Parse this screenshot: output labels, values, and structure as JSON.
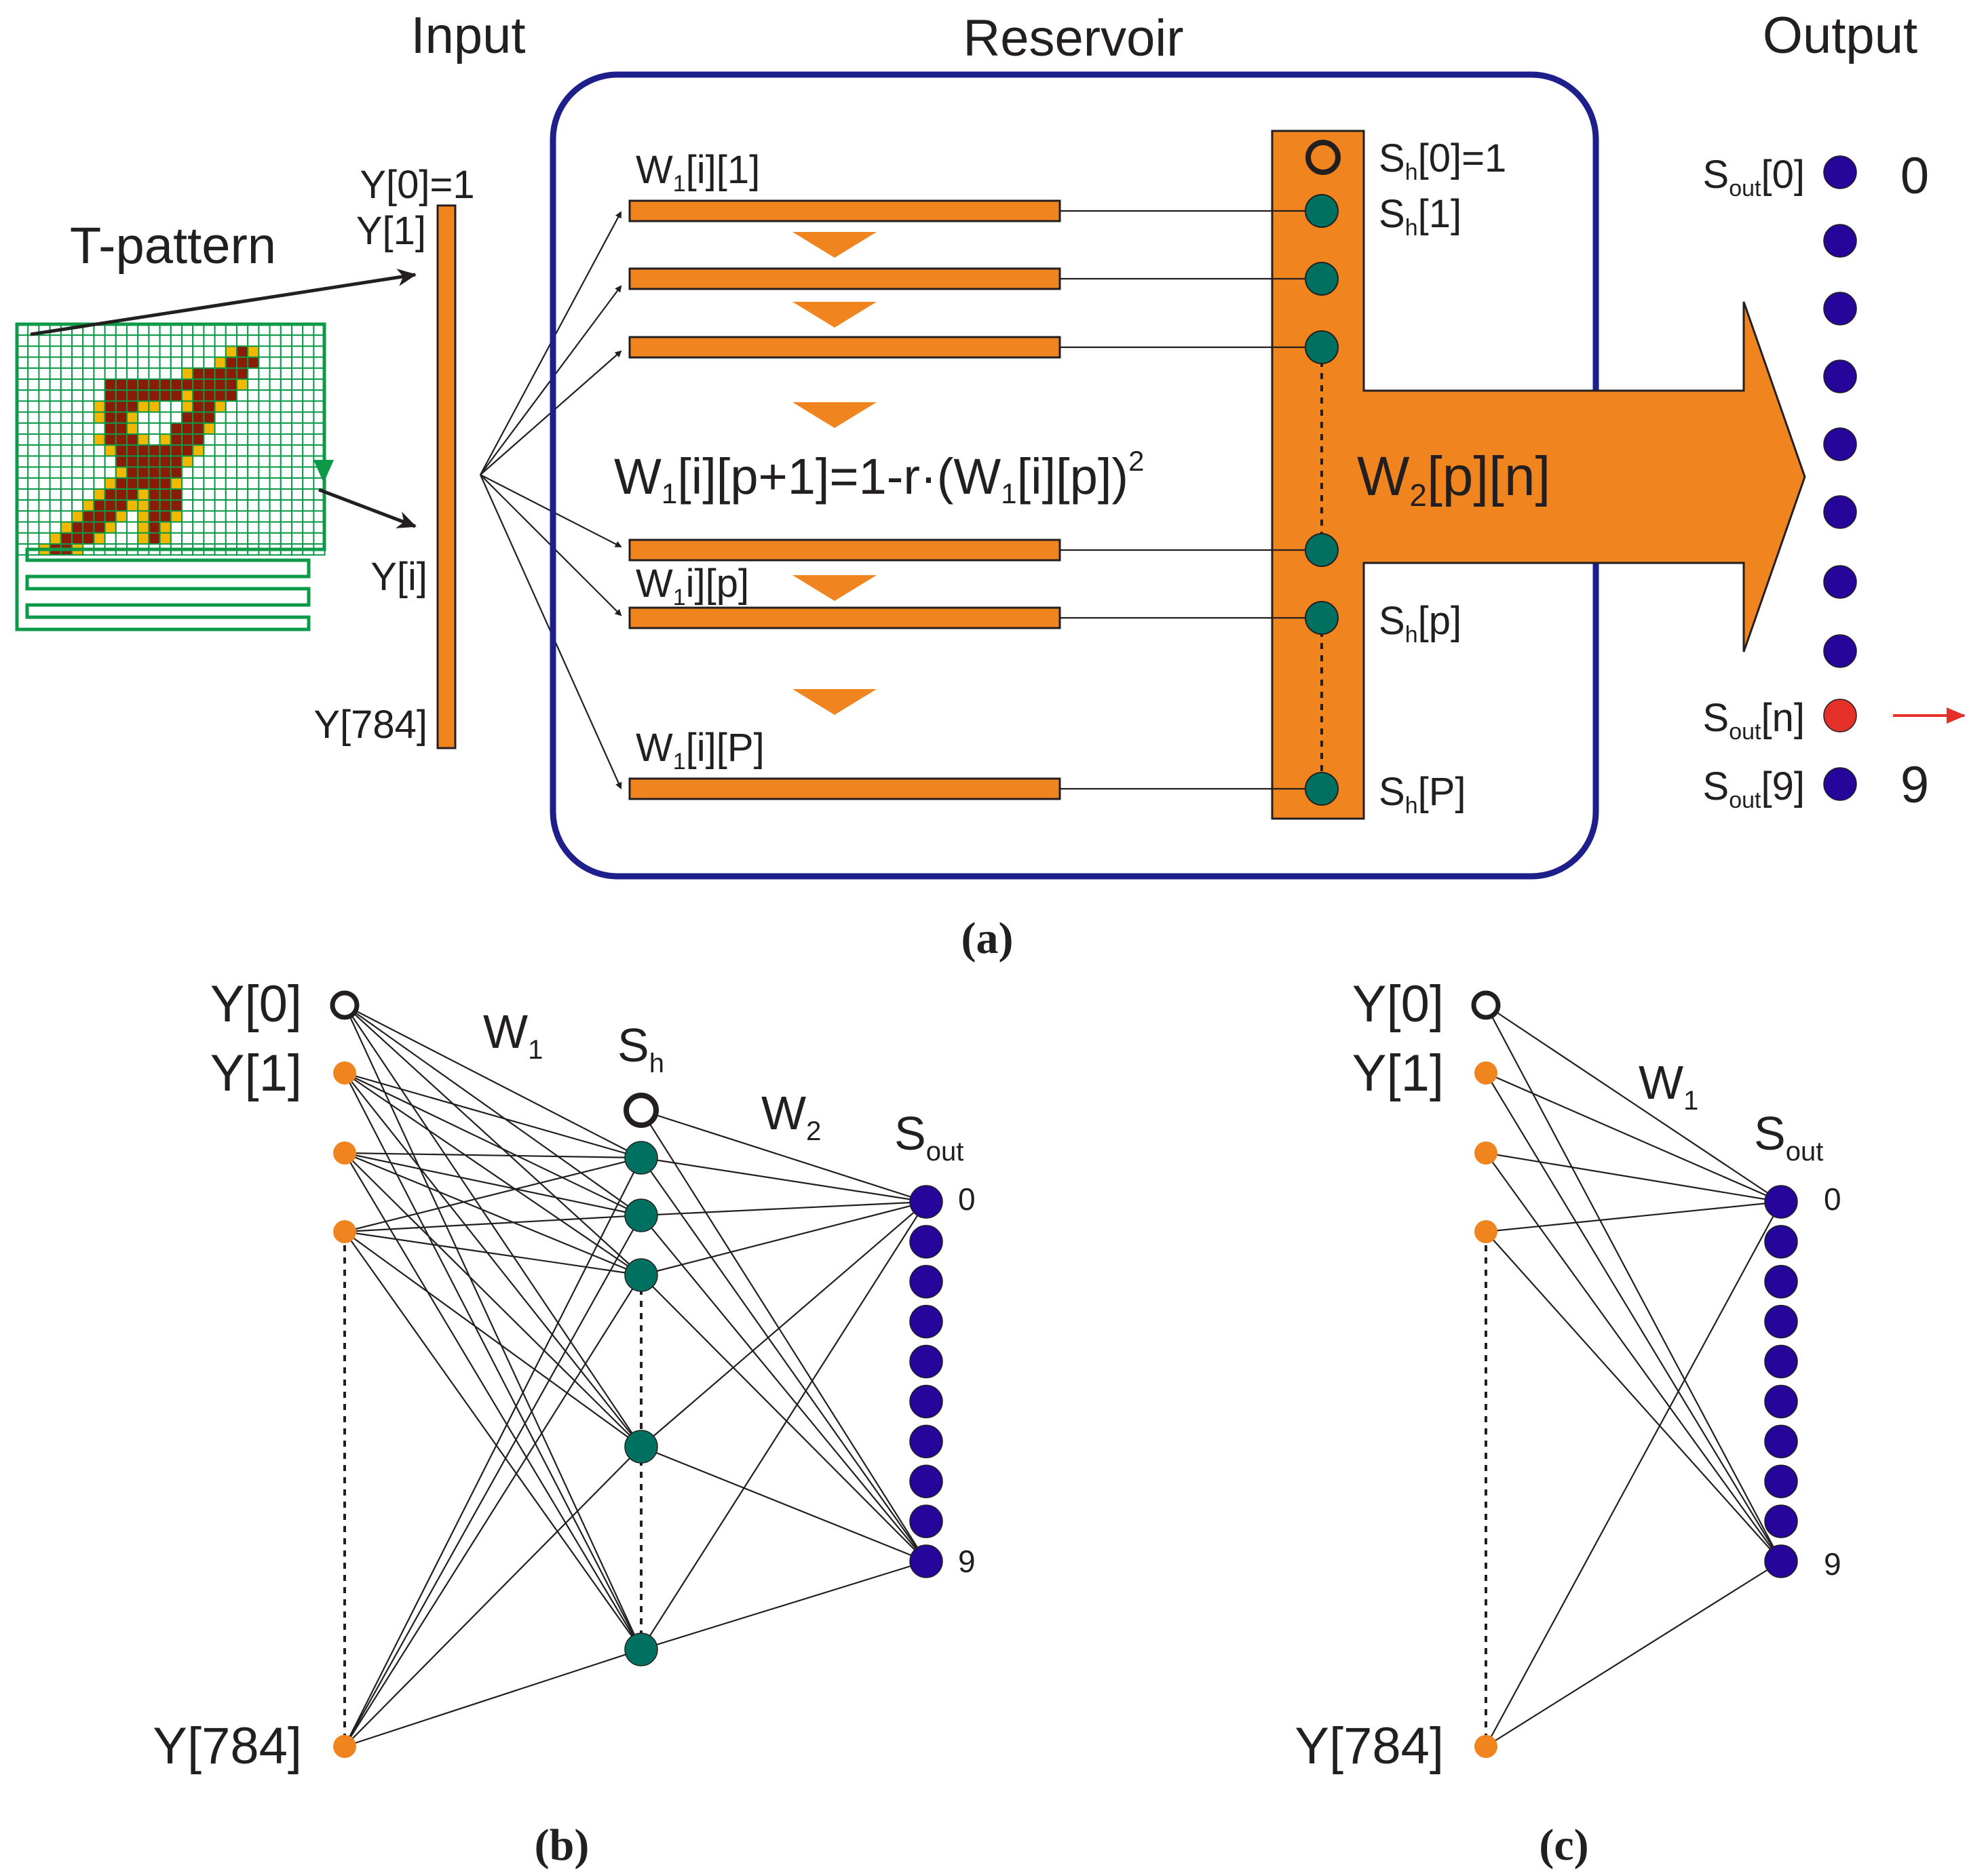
{
  "panel_a": {
    "header_input": "Input",
    "header_reservoir": "Reservoir",
    "header_output": "Output",
    "t_pattern_label": "T-pattern",
    "input_y0": "Y[0]=1",
    "input_y1": "Y[1]",
    "input_yi": "Y[i]",
    "input_y784": "Y[784]",
    "w1_row1": {
      "base": "W",
      "sub": "1",
      "rest": "[i][1]"
    },
    "w1_rowp": {
      "base": "W",
      "sub": "1",
      "rest": "i][p]"
    },
    "w1_rowP": {
      "base": "W",
      "sub": "1",
      "rest": "[i][P]"
    },
    "formula": {
      "w1": "W",
      "s1": "1",
      "p1": "[i][p+1]=1-r·(W",
      "s2": "1",
      "p2": "[i][p])",
      "sup": "2"
    },
    "w2_label": {
      "base": "W",
      "sub": "2",
      "rest": "[p][n]"
    },
    "sh0": {
      "base": "S",
      "sub": "h",
      "rest": "[0]=1"
    },
    "sh1": {
      "base": "S",
      "sub": "h",
      "rest": "[1]"
    },
    "shp": {
      "base": "S",
      "sub": "h",
      "rest": "[p]"
    },
    "shP": {
      "base": "S",
      "sub": "h",
      "rest": "[P]"
    },
    "sout0": {
      "base": "S",
      "sub": "out",
      "rest": "[0]"
    },
    "soutn": {
      "base": "S",
      "sub": "out",
      "rest": "[n]"
    },
    "sout9": {
      "base": "S",
      "sub": "out",
      "rest": "[9]"
    },
    "digit_0": "0",
    "digit_9": "9",
    "caption": "(a)"
  },
  "panel_b": {
    "y0": "Y[0]",
    "y1": "Y[1]",
    "y784": "Y[784]",
    "w1": {
      "base": "W",
      "sub": "1"
    },
    "sh": {
      "base": "S",
      "sub": "h"
    },
    "w2": {
      "base": "W",
      "sub": "2"
    },
    "sout": {
      "base": "S",
      "sub": "out"
    },
    "n0": "0",
    "n9": "9",
    "caption": "(b)"
  },
  "panel_c": {
    "y0": "Y[0]",
    "y1": "Y[1]",
    "y784": "Y[784]",
    "w1": {
      "base": "W",
      "sub": "1"
    },
    "sout": {
      "base": "S",
      "sub": "out"
    },
    "n0": "0",
    "n9": "9",
    "caption": "(c)"
  },
  "colors": {
    "orange": "#f0841f",
    "navy_frame": "#1e1f8a",
    "teal_node": "#007060",
    "blue_node": "#26069a",
    "red_node": "#e5302a",
    "grid_green": "#0c9a48",
    "pixel_dark": "#8b1a06",
    "pixel_yellow": "#f0b800"
  }
}
